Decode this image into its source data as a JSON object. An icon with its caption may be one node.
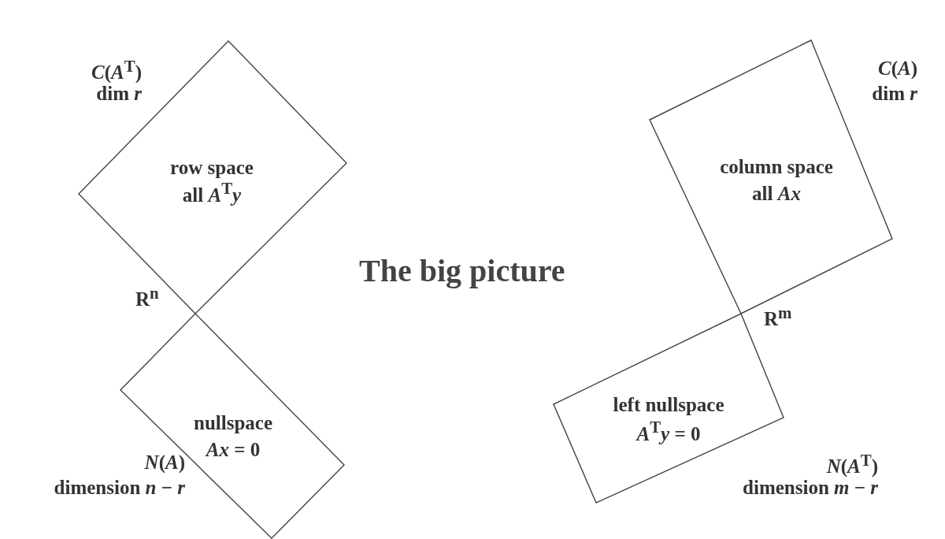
{
  "diagram": {
    "title": "The big picture",
    "nodes": [
      {
        "text": [
          "row space",
          "all *A*$^{T}$*y*"
        ],
        "beside": [
          "*C*(*A*$^{T}$)",
          "dim *r*"
        ]
      },
      {
        "text": [
          "nullspace",
          "*Ax* = 0"
        ],
        "beside": [
          "*N*(*A*)",
          "dimension *n* − *r*"
        ]
      },
      {
        "text": [
          "column space",
          "all *Ax*"
        ],
        "beside": [
          "*C*(*A*)",
          "dim *r*"
        ]
      },
      {
        "text": [
          "left nullspace",
          "*A*$^{T}$*y* = 0"
        ],
        "beside": [
          "*N*(*A*$^{T}$)",
          "dimension *m* − *r*"
        ]
      }
    ],
    "labels": [
      "R$^{n}$",
      "R$^{m}$"
    ]
  }
}
